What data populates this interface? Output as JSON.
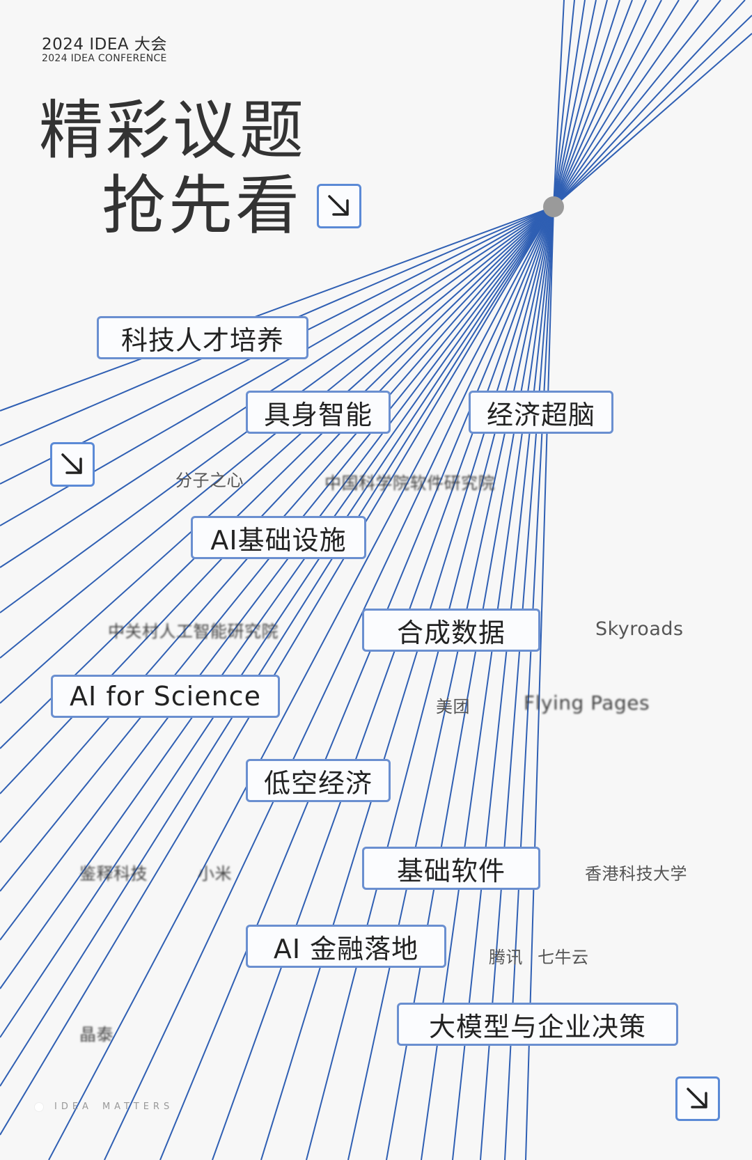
{
  "header": {
    "title": "2024 IDEA 大会",
    "subtitle": "2024 IDEA CONFERENCE"
  },
  "headline": {
    "line1": "精彩议题",
    "line2": "抢先看"
  },
  "topics": [
    "科技人才培养",
    "具身智能",
    "经济超脑",
    "AI基础设施",
    "合成数据",
    "AI for Science",
    "低空经济",
    "基础软件",
    "AI 金融落地",
    "大模型与企业决策"
  ],
  "organizations": [
    "分子之心",
    "中国科学院软件研究院",
    "中关村人工智能研究院",
    "Skyroads",
    "美团",
    "Flying Pages",
    "鉴释科技",
    "小米",
    "香港科技大学",
    "腾讯",
    "七牛云",
    "晶泰"
  ],
  "footer": {
    "word1": "IDEA",
    "word2": "MATTERS"
  },
  "icons": {
    "arrow": "arrow-down-right-icon",
    "focus": "focal-point-icon"
  },
  "colors": {
    "background": "#f7f7f7",
    "accent_blue": "#2f5fb3",
    "tag_border": "#6a8fd0",
    "focal_dot": "#9a9a9a",
    "text": "#2b2b2b"
  }
}
